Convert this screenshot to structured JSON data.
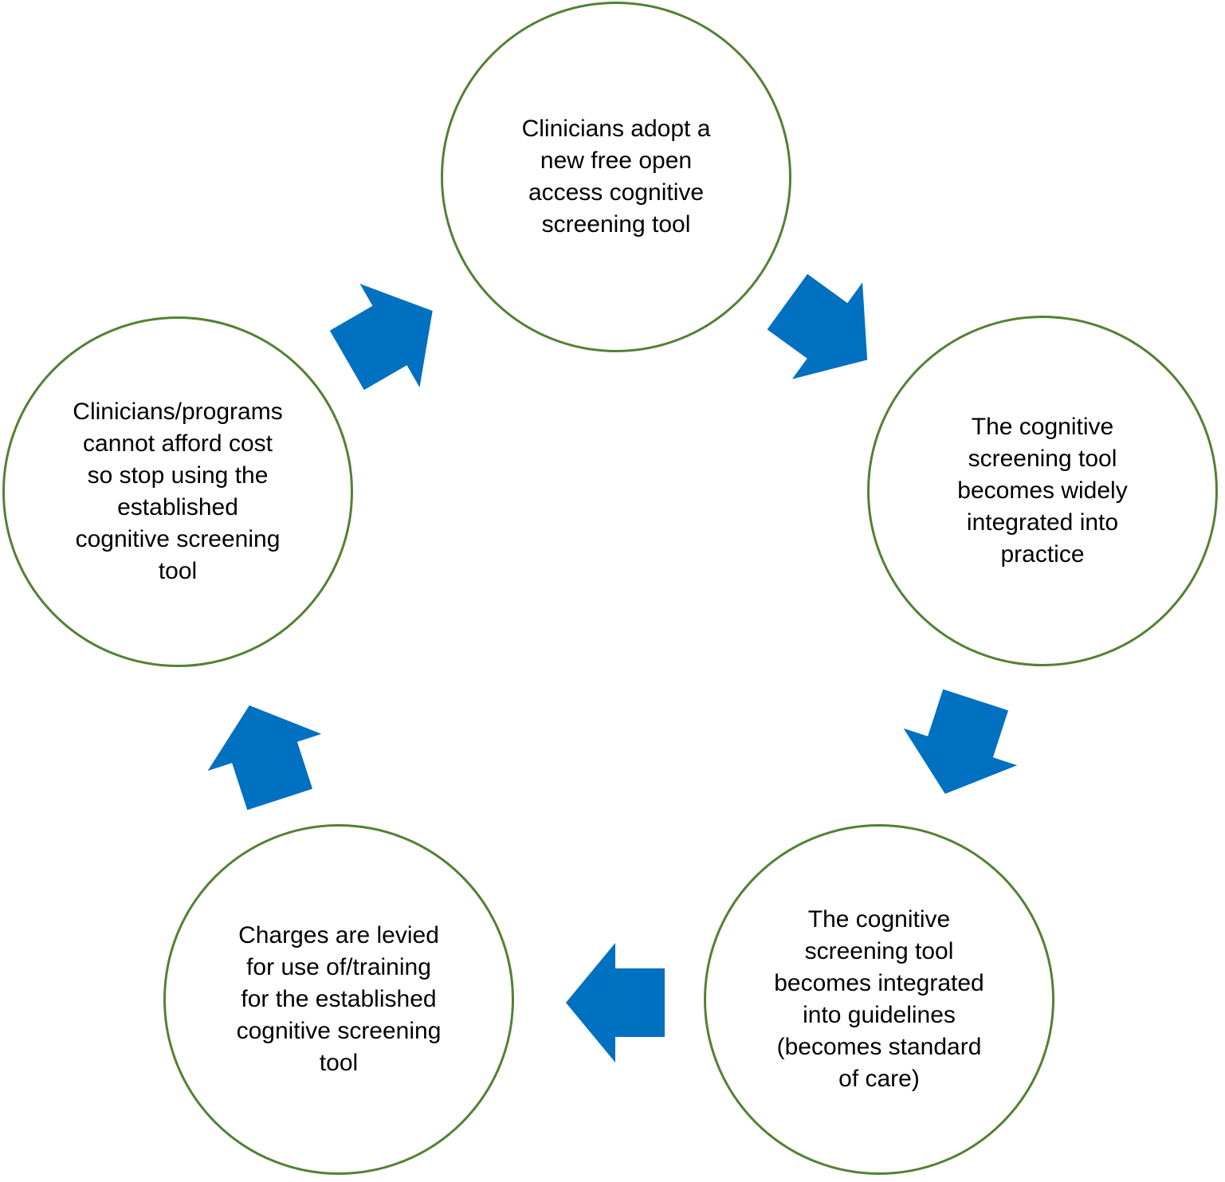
{
  "diagram": {
    "type": "cycle",
    "colors": {
      "background": "#ffffff",
      "circle_border": "#538135",
      "arrow_fill": "#0070c0",
      "text": "#000000"
    },
    "nodes": [
      {
        "id": "adopt-free-tool",
        "text": "Clinicians adopt a\nnew free open\naccess cognitive\nscreening tool"
      },
      {
        "id": "widely-integrated",
        "text": "The cognitive\nscreening tool\nbecomes widely\nintegrated into\npractice"
      },
      {
        "id": "integrated-into-guidelines",
        "text": "The cognitive\nscreening tool\nbecomes integrated\ninto guidelines\n(becomes standard\nof care)"
      },
      {
        "id": "charges-levied",
        "text": "Charges are levied\nfor use of/training\nfor the established\ncognitive screening\ntool"
      },
      {
        "id": "cannot-afford-cost",
        "text": "Clinicians/programs\ncannot afford cost\nso stop using the\nestablished\ncognitive screening\ntool"
      }
    ],
    "arrows": [
      {
        "from": "adopt-free-tool",
        "to": "widely-integrated"
      },
      {
        "from": "widely-integrated",
        "to": "integrated-into-guidelines"
      },
      {
        "from": "integrated-into-guidelines",
        "to": "charges-levied"
      },
      {
        "from": "charges-levied",
        "to": "cannot-afford-cost"
      },
      {
        "from": "cannot-afford-cost",
        "to": "adopt-free-tool"
      }
    ]
  }
}
